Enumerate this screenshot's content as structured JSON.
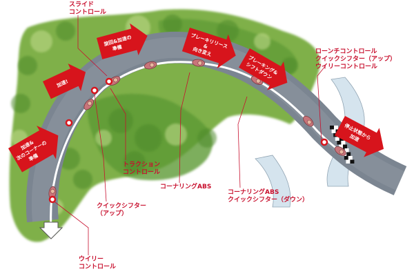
{
  "colors": {
    "road": "#7b8591",
    "road_light": "#9aa3ad",
    "line": "#ffffff",
    "accent": "#d7141c",
    "grass": "#7fb048",
    "grass_dark": "#4e8a2b",
    "grass_light": "#c3dc8d",
    "water": "#d5e4ee",
    "bike": "#c9747a"
  },
  "arrows": [
    {
      "lines": [
        "加速!"
      ]
    },
    {
      "lines": [
        "旋回&加速の",
        "準備"
      ]
    },
    {
      "lines": [
        "ブレーキリリース",
        "&",
        "向き変え"
      ]
    },
    {
      "lines": [
        "ブレーキング&",
        "シフトダウン"
      ]
    },
    {
      "lines": [
        "停止状態から",
        "加速"
      ]
    },
    {
      "lines": [
        "加速&",
        "次のコーナーの",
        "準備"
      ]
    }
  ],
  "callouts": {
    "slide": "スライド\nコントロール",
    "launch": "ローンチコントロール\nクイックシフター（アップ）\nウイリーコントロール",
    "traction": "トラクション\nコントロール",
    "cornering_abs": "コーナリングABS",
    "cornering_abs_down": "コーナリングABS\nクイックシフター（ダウン）",
    "qs_up": "クイックシフター\n（アップ）",
    "wheelie": "ウイリー\nコントロール"
  }
}
